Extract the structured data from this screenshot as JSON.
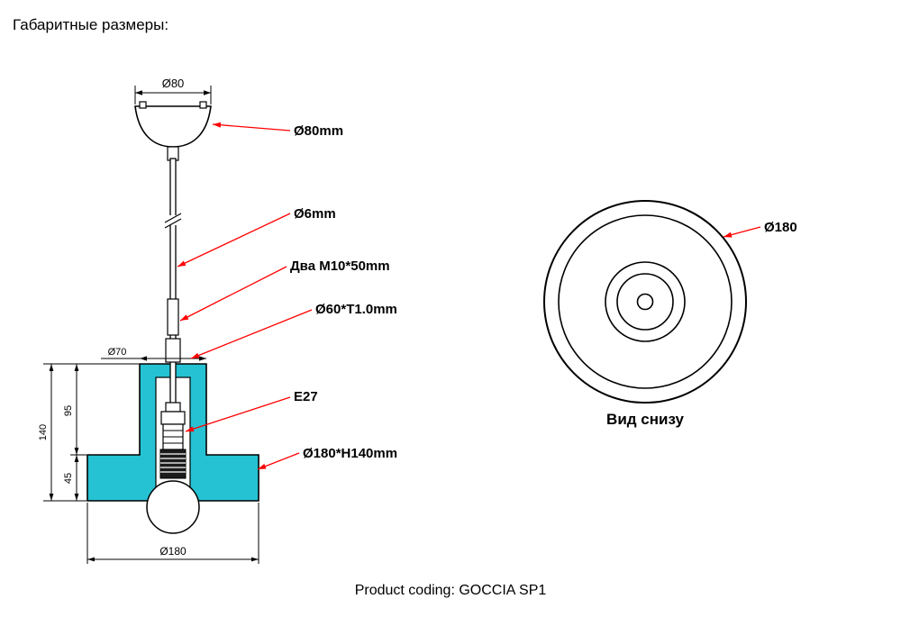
{
  "title": "Габаритные размеры:",
  "footer": "Product coding: GOCCIA SP1",
  "colors": {
    "body_fill": "#25c2d3",
    "leader": "#ff0000"
  },
  "side_view": {
    "callouts": [
      {
        "label": "Ø80mm"
      },
      {
        "label": "Ø6mm"
      },
      {
        "label": "Два M10*50mm"
      },
      {
        "label": "Ø60*T1.0mm"
      },
      {
        "label": "E27"
      },
      {
        "label": "Ø180*H140mm"
      }
    ],
    "dimensions": {
      "canopy_width": "Ø80",
      "plate_width": "Ø70",
      "total_height": "140",
      "upper_height": "95",
      "lower_height": "45",
      "base_diameter": "Ø180"
    }
  },
  "bottom_view": {
    "caption": "Вид снизу",
    "diameter": "Ø180"
  }
}
